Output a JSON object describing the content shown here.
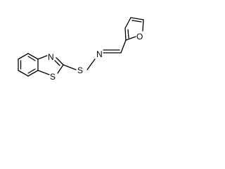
{
  "molecule": {
    "atoms": {
      "n_thiazole": "N",
      "s_thiazole": "S",
      "s_sulfenyl": "S",
      "n_imine": "N",
      "o_furan": "O"
    }
  },
  "colors": {
    "bond": "#000000",
    "label": "#000000",
    "background": "#ffffff"
  }
}
